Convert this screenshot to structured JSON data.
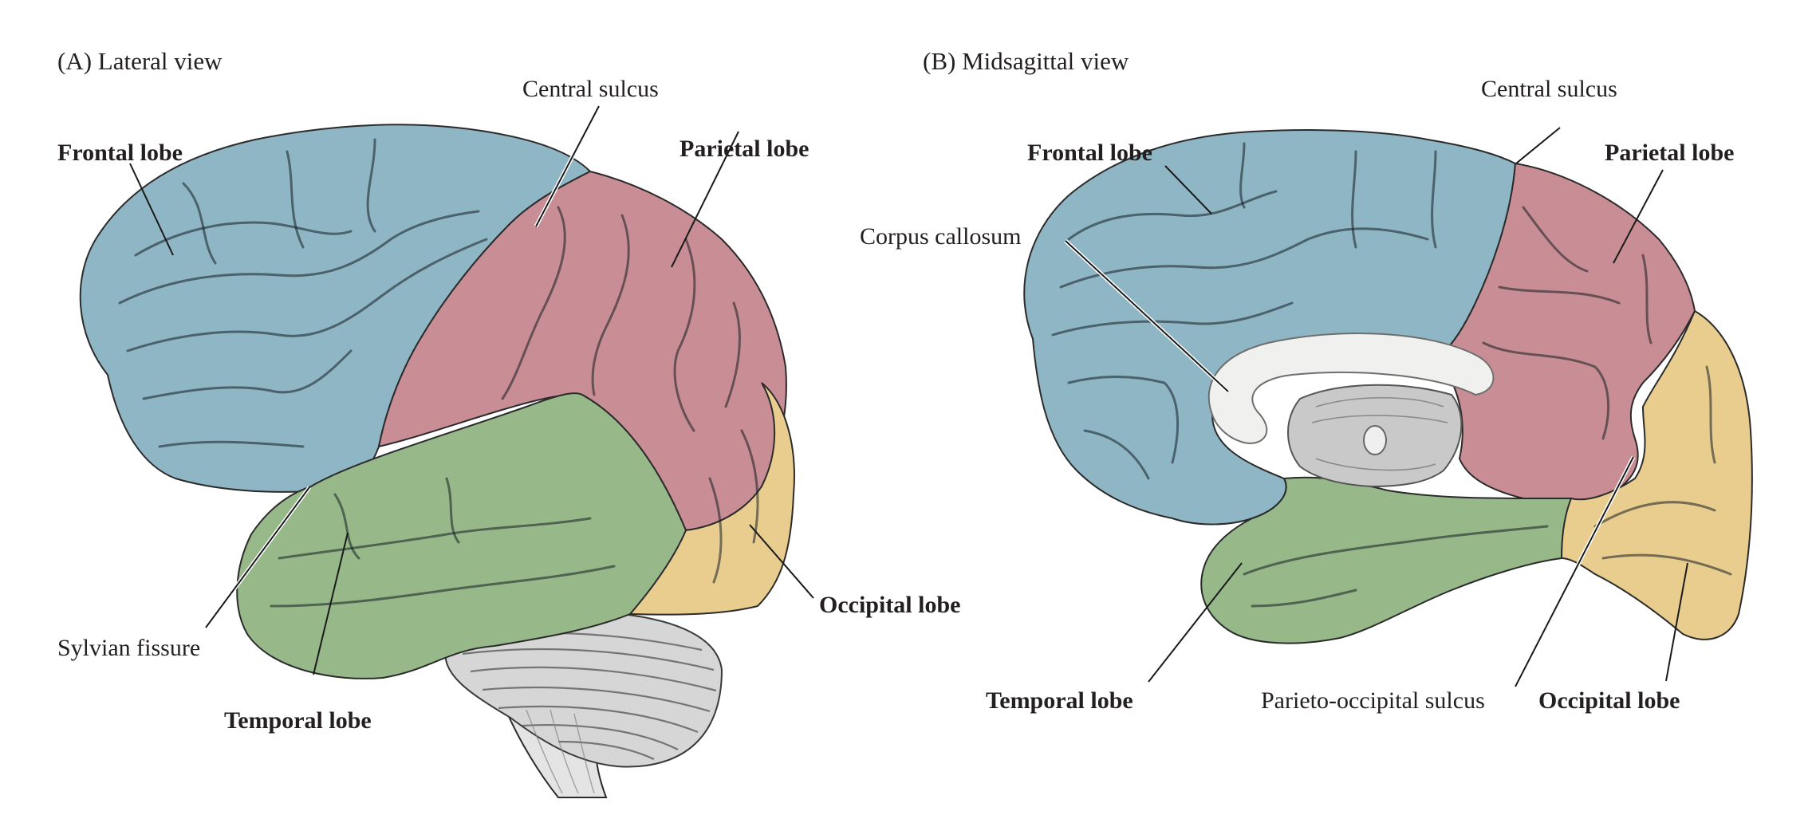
{
  "figure": {
    "panels": [
      {
        "id": "A",
        "title": "(A)  Lateral view",
        "labels": {
          "frontal": "Frontal lobe",
          "central_sulcus": "Central sulcus",
          "parietal": "Parietal lobe",
          "occipital": "Occipital lobe",
          "sylvian": "Sylvian fissure",
          "temporal": "Temporal lobe"
        }
      },
      {
        "id": "B",
        "title": "(B)  Midsagittal view",
        "labels": {
          "central_sulcus": "Central sulcus",
          "frontal": "Frontal lobe",
          "parietal": "Parietal lobe",
          "corpus_callosum": "Corpus callosum",
          "temporal": "Temporal lobe",
          "parieto_occipital": "Parieto-occipital sulcus",
          "occipital": "Occipital lobe"
        }
      }
    ],
    "colors": {
      "frontal": "#8fb6c5",
      "parietal": "#c98e95",
      "temporal": "#97b98a",
      "occipital": "#e9cd8f",
      "cerebellum": "#d6d6d6",
      "corpus_callosum": "#f0f0ef",
      "thalamus": "#c9c9c9"
    }
  }
}
